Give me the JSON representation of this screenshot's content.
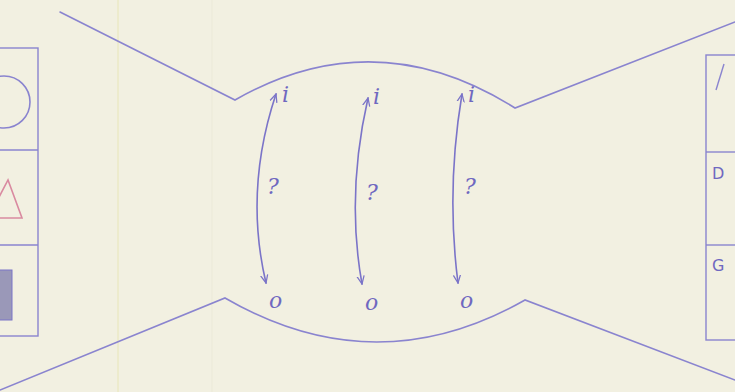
{
  "diagram": {
    "labels": [
      "i",
      "i",
      "i",
      "?",
      "?",
      "?",
      "o",
      "o",
      "o",
      "D",
      "G"
    ]
  }
}
